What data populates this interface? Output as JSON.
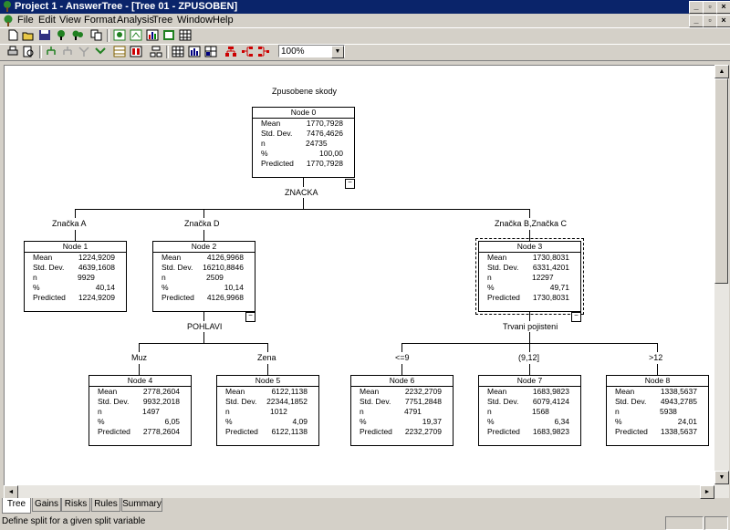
{
  "window": {
    "title": "Project 1 - AnswerTree - [Tree 01 - ZPUSOBEN]",
    "min_label": "_",
    "restore_label": "▫",
    "close_label": "×"
  },
  "menu": [
    "File",
    "Edit",
    "View",
    "Format",
    "Analysis",
    "Tree",
    "Window",
    "Help"
  ],
  "toolbar": {
    "zoom_value": "100%"
  },
  "tree": {
    "root_label": "Zpusobene skody",
    "stat_labels": [
      "Mean",
      "Std. Dev.",
      "n",
      "%",
      "Predicted"
    ],
    "nodes": [
      {
        "title": "Node 0",
        "mean": "1770,7928",
        "std": "7476,4626",
        "n": "24735",
        "pct": "100,00",
        "pred": "1770,7928"
      },
      {
        "title": "Node 1",
        "mean": "1224,9209",
        "std": "4639,1608",
        "n": "9929",
        "pct": "40,14",
        "pred": "1224,9209"
      },
      {
        "title": "Node 2",
        "mean": "4126,9968",
        "std": "16210,8846",
        "n": "2509",
        "pct": "10,14",
        "pred": "4126,9968"
      },
      {
        "title": "Node 3",
        "mean": "1730,8031",
        "std": "6331,4201",
        "n": "12297",
        "pct": "49,71",
        "pred": "1730,8031"
      },
      {
        "title": "Node 4",
        "mean": "2778,2604",
        "std": "9932,2018",
        "n": "1497",
        "pct": "6,05",
        "pred": "2778,2604"
      },
      {
        "title": "Node 5",
        "mean": "6122,1138",
        "std": "22344,1852",
        "n": "1012",
        "pct": "4,09",
        "pred": "6122,1138"
      },
      {
        "title": "Node 6",
        "mean": "2232,2709",
        "std": "7751,2848",
        "n": "4791",
        "pct": "19,37",
        "pred": "2232,2709"
      },
      {
        "title": "Node 7",
        "mean": "1683,9823",
        "std": "6079,4124",
        "n": "1568",
        "pct": "6,34",
        "pred": "1683,9823"
      },
      {
        "title": "Node 8",
        "mean": "1338,5637",
        "std": "4943,2785",
        "n": "5938",
        "pct": "24,01",
        "pred": "1338,5637"
      }
    ],
    "split_vars": {
      "root": "ZNACKA",
      "node2": "POHLAVI",
      "node3": "Trvani pojisteni"
    },
    "branches": {
      "n1": "Značka A",
      "n2": "Značka D",
      "n3": "Značka B,Značka C",
      "n4": "Muz",
      "n5": "Zena",
      "n6": "<=9",
      "n7": "(9,12]",
      "n8": ">12"
    },
    "collapse_symbol": "−"
  },
  "tabs": [
    "Tree",
    "Gains",
    "Risks",
    "Rules",
    "Summary"
  ],
  "status": "Define split for a given split variable",
  "colors": {
    "title_bg": "#0a246a",
    "face": "#d4d0c8"
  }
}
